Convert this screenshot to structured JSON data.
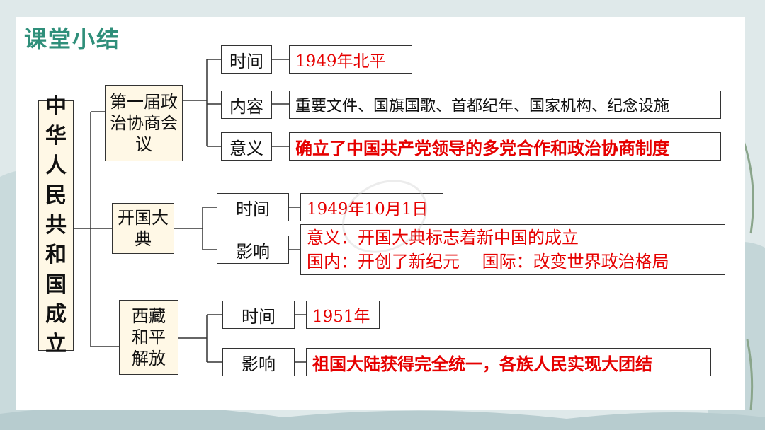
{
  "title": "课堂小结",
  "root": [
    "中",
    "华",
    "人",
    "民",
    "共",
    "和",
    "国",
    "成",
    "立"
  ],
  "branches": {
    "cppcc": {
      "label": "第一届政治协商会议",
      "time_label": "时间",
      "time_value": "1949年北平",
      "content_label": "内容",
      "content_value": "重要文件、国旗国歌、首都纪年、国家机构、纪念设施",
      "meaning_label": "意义",
      "meaning_value": "确立了中国共产党领导的多党合作和政治协商制度"
    },
    "ceremony": {
      "label": "开国大典",
      "time_label": "时间",
      "time_value": "1949年10月1日",
      "impact_label": "影响",
      "impact_line1": "意义：开国大典标志着新中国的成立",
      "impact_line2": "国内：开创了新纪元　 国际：改变世界政治格局"
    },
    "tibet": {
      "label": "西藏和平解放",
      "time_label": "时间",
      "time_value": "1951年",
      "impact_label": "影响",
      "impact_value": "祖国大陆获得完全统一，各族人民实现大团结"
    }
  },
  "colors": {
    "accent": "#2f8f7a",
    "highlight": "#e60000",
    "box_fill": "#fff8e6"
  }
}
